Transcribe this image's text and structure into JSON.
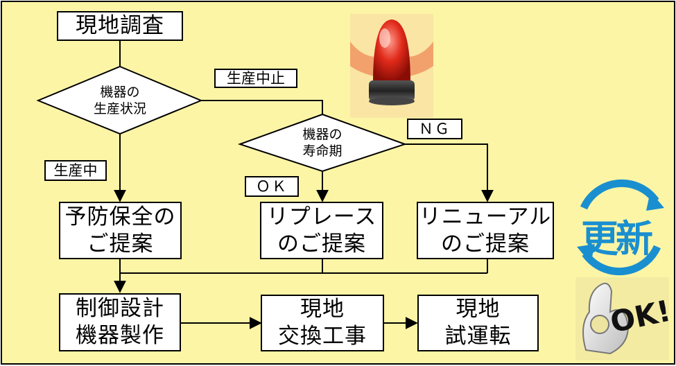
{
  "flowchart": {
    "start": "現地調査",
    "decision_production": [
      "機器の",
      "生産状況"
    ],
    "decision_lifespan": [
      "機器の",
      "寿命期"
    ],
    "edge_discontinued": "生産中止",
    "edge_in_production": "生産中",
    "edge_ok": "ＯＫ",
    "edge_ng": "ＮＧ",
    "preventive": [
      "予防保全の",
      "ご提案"
    ],
    "replace": [
      "リプレース",
      "のご提案"
    ],
    "renewal": [
      "リニューアル",
      "のご提案"
    ],
    "control_design": [
      "制御設計",
      "機器製作"
    ],
    "onsite_exchange": [
      "現地",
      "交換工事"
    ],
    "onsite_trial": [
      "現地",
      "試運転"
    ]
  },
  "badges": {
    "renew": "更新",
    "ok": "OK!"
  },
  "icons": [
    "siren-icon",
    "renew-icon",
    "ok-hand-icon"
  ],
  "colors": {
    "background": "#fdf5a6",
    "border": "#000000",
    "box_fill": "#ffffff",
    "renew_blue": "#1a8fd0",
    "siren_red": "#e02a1a"
  }
}
